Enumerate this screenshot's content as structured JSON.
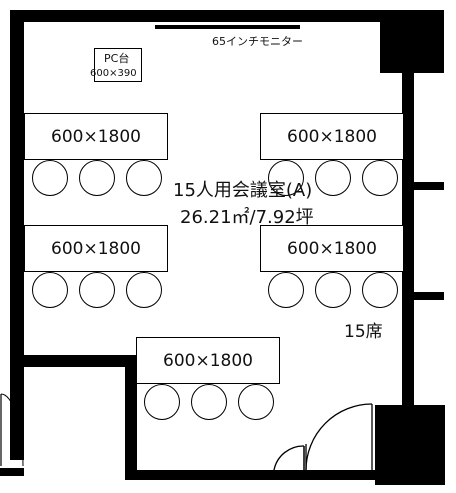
{
  "room": {
    "name": "15人用会議室(A)",
    "area": "26.21㎡/7.92坪",
    "seats": "15席"
  },
  "monitor": {
    "label": "65インチモニター"
  },
  "pc_desk": {
    "label": "PC台",
    "size": "600×390"
  },
  "tables": [
    {
      "label": "600×1800"
    },
    {
      "label": "600×1800"
    },
    {
      "label": "600×1800"
    },
    {
      "label": "600×1800"
    },
    {
      "label": "600×1800"
    }
  ]
}
